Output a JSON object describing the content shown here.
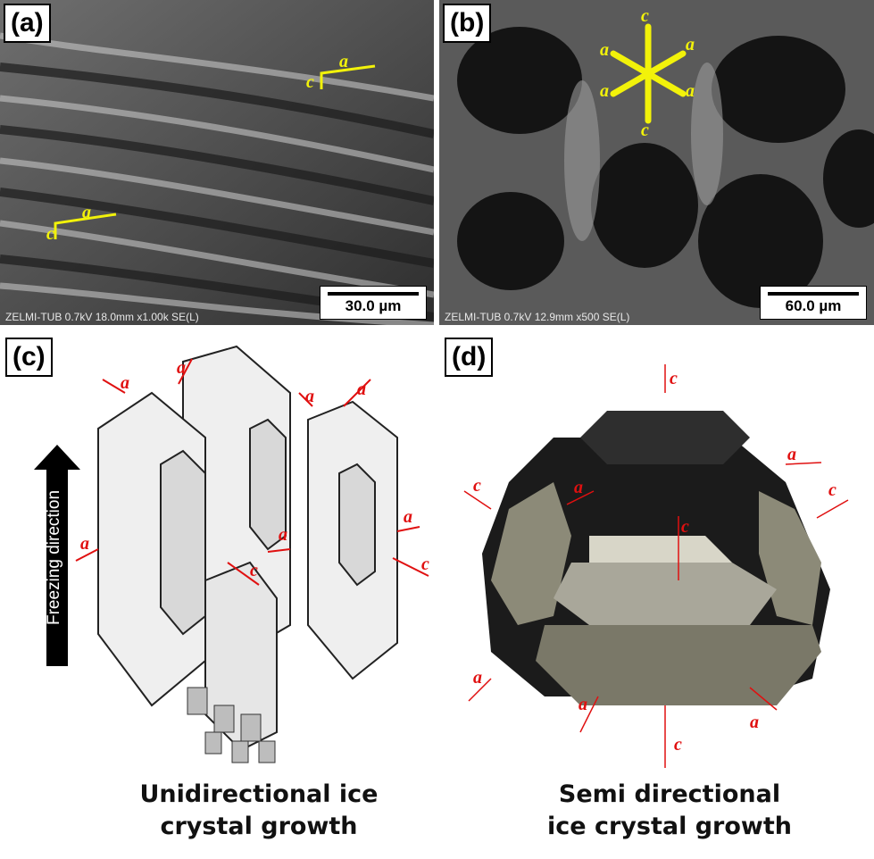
{
  "panels": {
    "a": {
      "label": "(a)",
      "scale": "30.0 µm",
      "meta": "ZELMI-TUB 0.7kV 18.0mm x1.00k SE(L)"
    },
    "b": {
      "label": "(b)",
      "scale": "60.0 µm",
      "meta": "ZELMI-TUB 0.7kV 12.9mm x500 SE(L)"
    },
    "c": {
      "label": "(c)",
      "caption_line1": "Unidirectional ice",
      "caption_line2": "crystal growth",
      "freezing": "Freezing direction"
    },
    "d": {
      "label": "(d)",
      "caption_line1": "Semi directional",
      "caption_line2": "ice crystal growth"
    }
  },
  "axes": {
    "a": "a",
    "c": "c"
  },
  "colors": {
    "yellow": "#f2f20a",
    "red": "#e01010",
    "ice": "#efefef",
    "dark": "#1b1b1b",
    "tan": "#8c8a78"
  }
}
